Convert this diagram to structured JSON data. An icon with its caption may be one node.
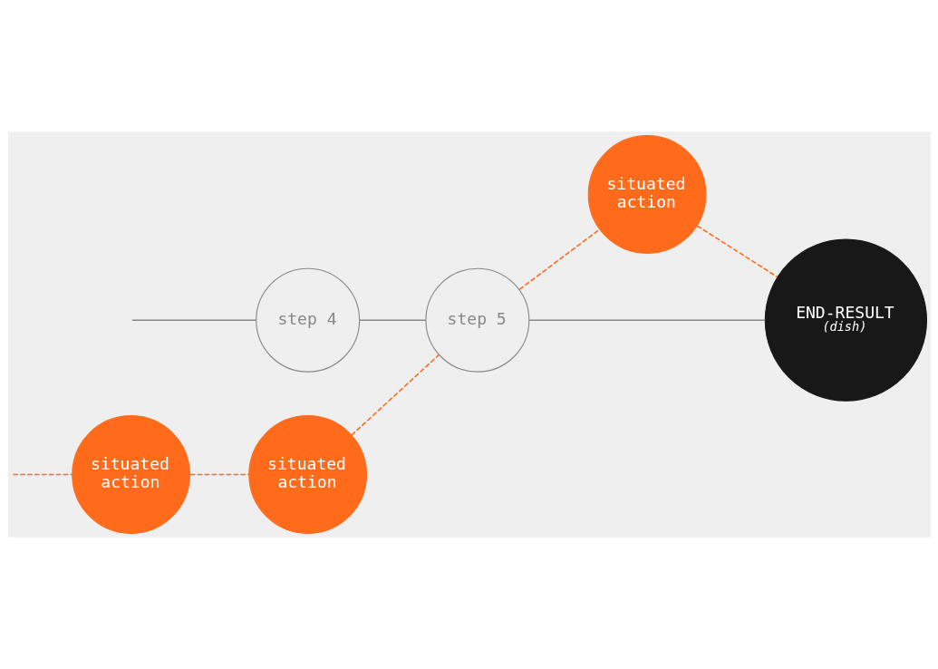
{
  "diagram": {
    "nodes": [
      {
        "text": [
          "situated action"
        ]
      },
      {
        "text": [
          "situated action"
        ]
      },
      {
        "text": [
          "step 4"
        ]
      },
      {
        "text": [
          "step 5"
        ]
      },
      {
        "text": [
          "END-RESULT",
          "(dish)"
        ]
      },
      {
        "text": [
          "situated action"
        ]
      }
    ],
    "edges": [
      {
        "from": null,
        "to": 2,
        "arrow": "none",
        "color": "#888888"
      },
      {
        "from": 2,
        "to": 3,
        "arrow": "none",
        "color": "#888888"
      },
      {
        "from": 3,
        "to": 4,
        "arrow": "none",
        "color": "#888888"
      },
      {
        "from": null,
        "to": 0,
        "arrow": "none",
        "style": "dashed",
        "color": "#ff6b1a"
      },
      {
        "from": 0,
        "to": 5,
        "arrow": "none",
        "style": "dashed",
        "color": "#ff6b1a"
      },
      {
        "from": 5,
        "to": 3,
        "arrow": "none",
        "style": "dashed",
        "color": "#ff6b1a"
      },
      {
        "from": 3,
        "to": 1,
        "arrow": "none",
        "style": "dashed",
        "color": "#ff6b1a"
      },
      {
        "from": 1,
        "to": 4,
        "arrow": "none",
        "style": "dashed",
        "color": "#ff6b1a"
      }
    ]
  }
}
